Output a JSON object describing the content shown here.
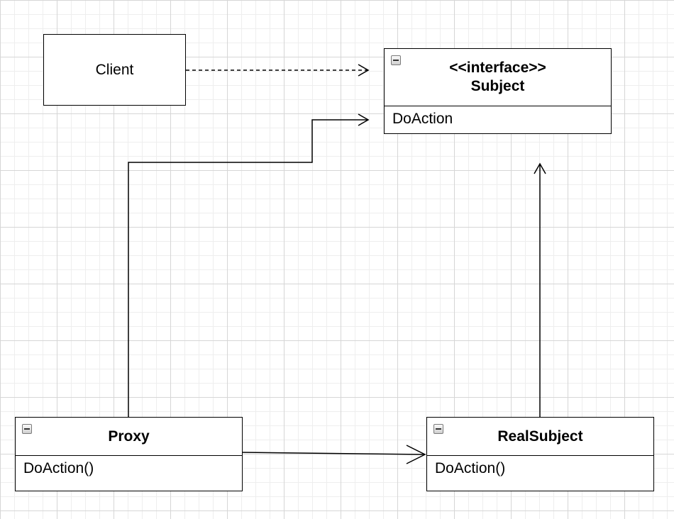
{
  "diagram": {
    "client": {
      "label": "Client"
    },
    "subject": {
      "stereotype": "<<interface>>",
      "name": "Subject",
      "operations": [
        "DoAction"
      ]
    },
    "proxy": {
      "name": "Proxy",
      "operations": [
        "DoAction()"
      ]
    },
    "real_subject": {
      "name": "RealSubject",
      "operations": [
        "DoAction()"
      ]
    },
    "relationships": [
      {
        "from": "Client",
        "to": "Subject",
        "style": "dashed",
        "arrow": "open"
      },
      {
        "from": "Proxy",
        "to": "Subject",
        "style": "solid",
        "arrow": "open"
      },
      {
        "from": "RealSubject",
        "to": "Subject",
        "style": "solid",
        "arrow": "open"
      },
      {
        "from": "Proxy",
        "to": "RealSubject",
        "style": "solid",
        "arrow": "open"
      }
    ]
  }
}
